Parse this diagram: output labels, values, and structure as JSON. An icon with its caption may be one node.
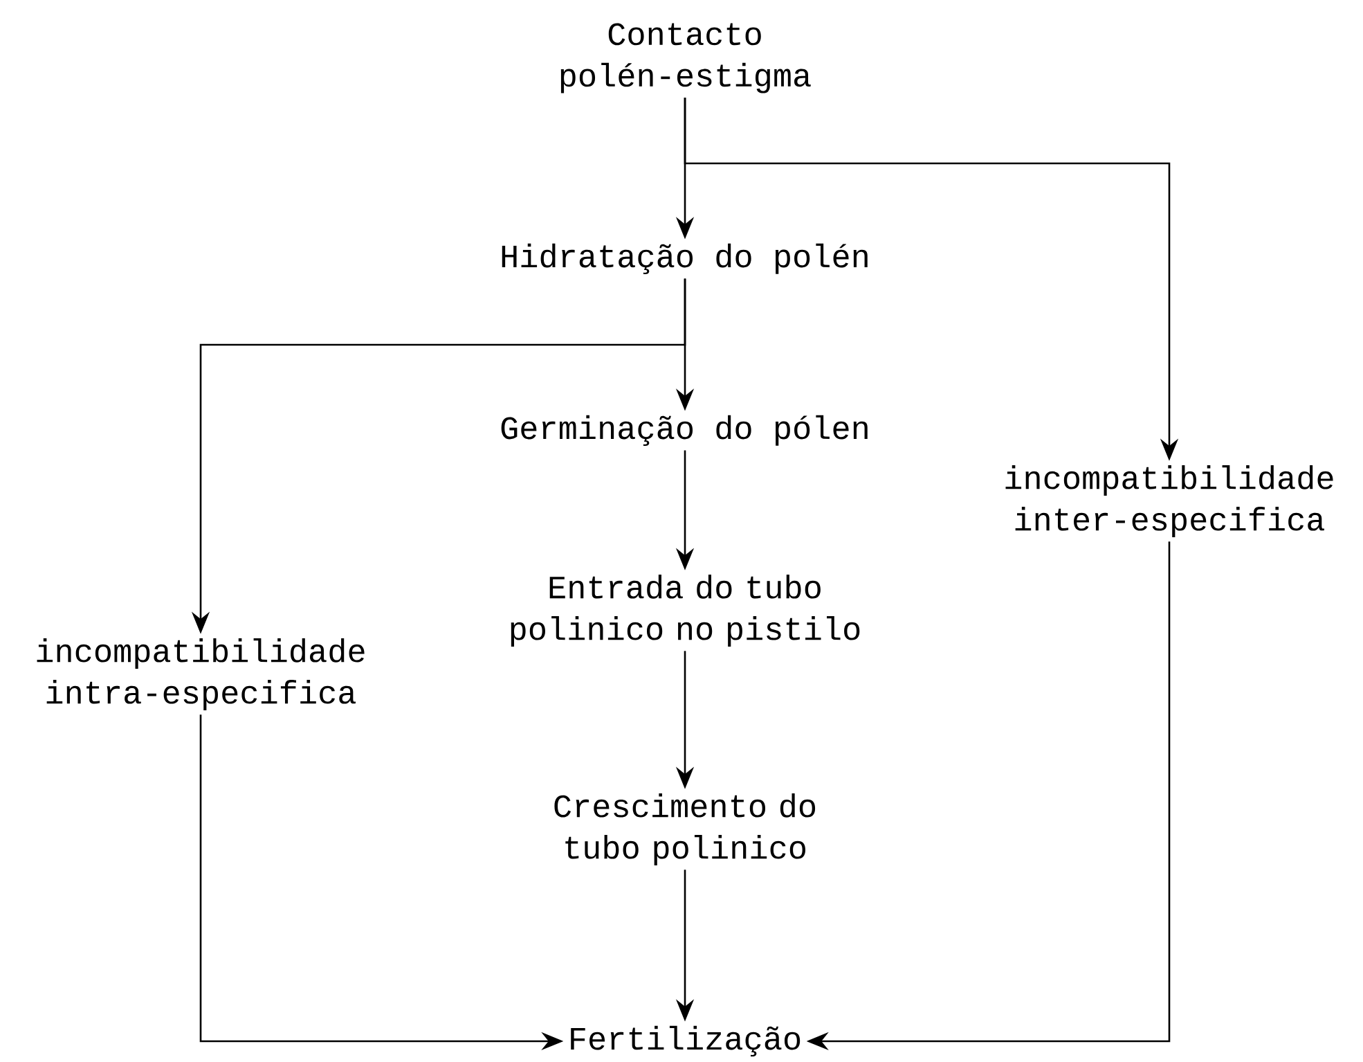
{
  "diagram": {
    "nodes": [
      {
        "text": [
          "Contacto polén-estigma"
        ]
      },
      {
        "text": [
          "Hidratação do polén"
        ]
      },
      {
        "text": [
          "Germinação do pólen"
        ]
      },
      {
        "text": [
          "Entrada do tubo polinico no pistilo"
        ]
      },
      {
        "text": [
          "Crescimento do tubo polinico"
        ]
      },
      {
        "text": [
          "Fertilização"
        ]
      },
      {
        "text": [
          "incompatibilidade intra-especifica"
        ]
      },
      {
        "text": [
          "incompatibilidade inter-especifica"
        ]
      }
    ],
    "edges": [
      {
        "from": 0,
        "to": 1,
        "arrow": "to"
      },
      {
        "from": 0,
        "to": 7,
        "arrow": "to"
      },
      {
        "from": 1,
        "to": 2,
        "arrow": "to"
      },
      {
        "from": 1,
        "to": 6,
        "arrow": "to"
      },
      {
        "from": 2,
        "to": 3,
        "arrow": "to"
      },
      {
        "from": 3,
        "to": 4,
        "arrow": "to"
      },
      {
        "from": 4,
        "to": 5,
        "arrow": "to"
      },
      {
        "from": 6,
        "to": 5,
        "arrow": "to"
      },
      {
        "from": 7,
        "to": 5,
        "arrow": "to"
      }
    ]
  }
}
